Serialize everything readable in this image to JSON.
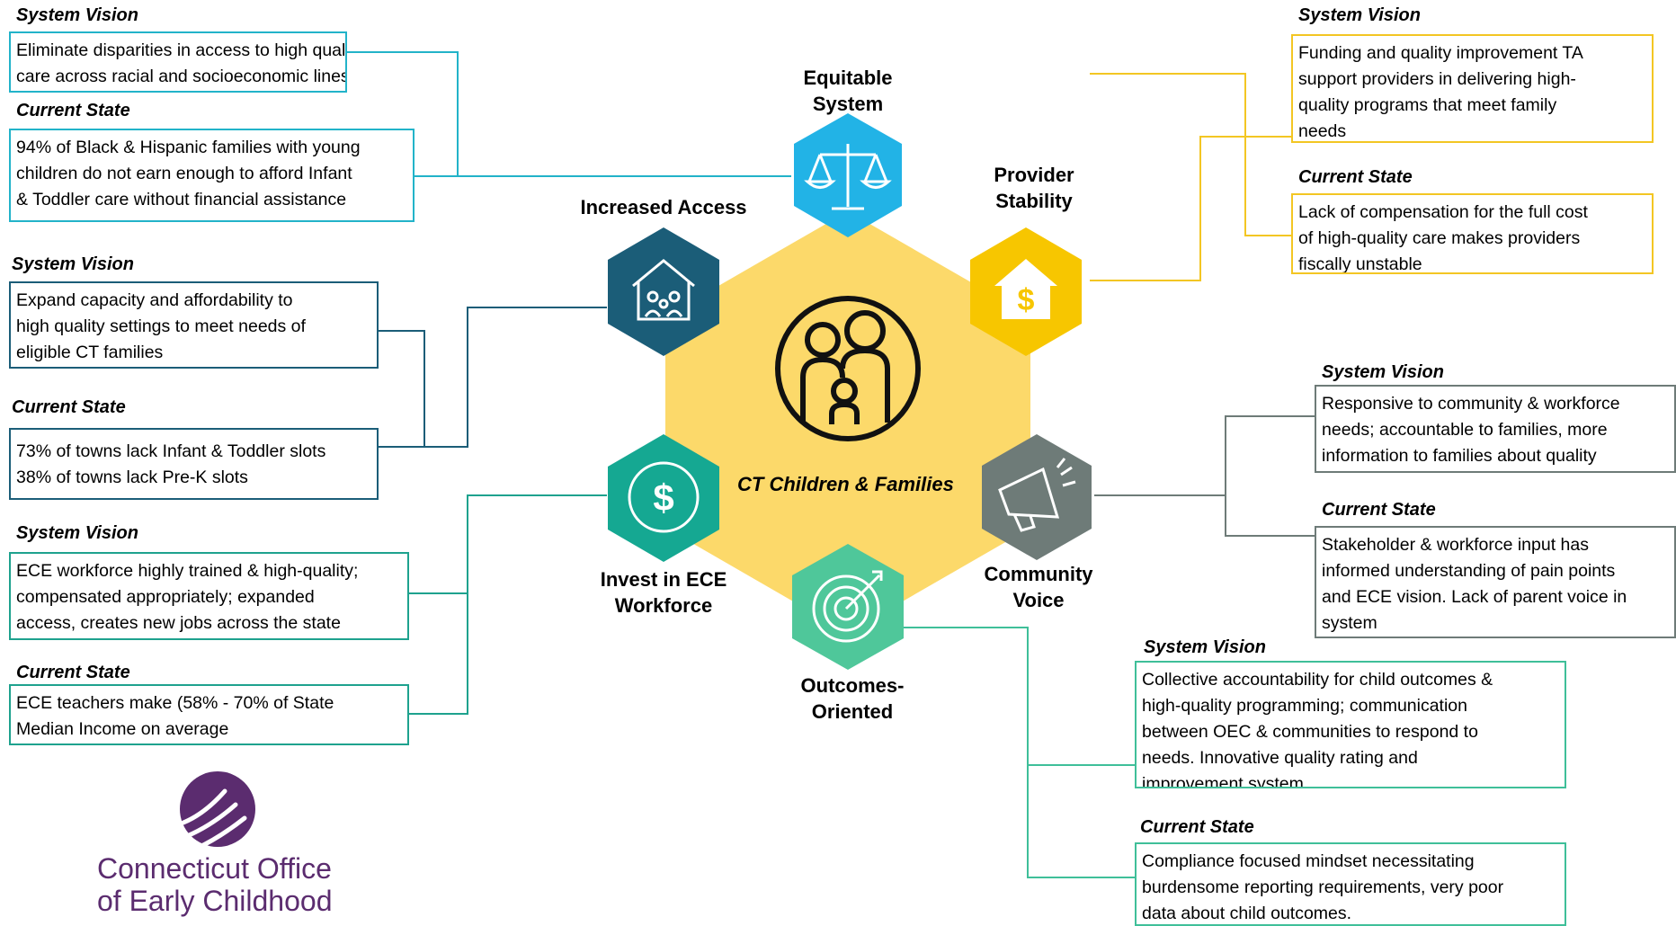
{
  "center": {
    "label": "CT Children & Families"
  },
  "labels": {
    "vision": "System Vision",
    "current": "Current State"
  },
  "pillars": {
    "equitable": {
      "line1": "Equitable",
      "line2": "System"
    },
    "access": {
      "line1": "Increased Access"
    },
    "provider": {
      "line1": "Provider",
      "line2": "Stability"
    },
    "community": {
      "line1": "Community",
      "line2": "Voice"
    },
    "workforce": {
      "line1": "Invest in ECE",
      "line2": "Workforce"
    },
    "outcomes": {
      "line1": "Outcomes-",
      "line2": "Oriented"
    }
  },
  "boxes": {
    "equitable_vision": [
      "Eliminate disparities in access to high quality",
      "care across racial and socioeconomic lines"
    ],
    "equitable_current": [
      "94% of Black & Hispanic families with young",
      "children do not earn enough to afford Infant",
      "& Toddler care without financial assistance"
    ],
    "access_vision": [
      "Expand capacity and affordability to",
      "high quality settings to meet needs of",
      "eligible CT families"
    ],
    "access_current": [
      "73% of towns lack Infant & Toddler slots",
      "38% of towns lack Pre-K slots"
    ],
    "workforce_vision": [
      "ECE workforce highly trained & high-quality;",
      "compensated appropriately; expanded",
      "access, creates new jobs across the state"
    ],
    "workforce_current": [
      "ECE teachers make (58% - 70% of State",
      "Median Income on average"
    ],
    "provider_vision": [
      "Funding and quality improvement TA",
      "support providers in delivering high-",
      "quality programs that meet family",
      "needs"
    ],
    "provider_current": [
      "Lack of compensation for the full cost",
      "of high-quality care makes providers",
      "fiscally unstable"
    ],
    "community_vision": [
      "Responsive to community & workforce",
      "needs; accountable to families, more",
      "information to families about quality"
    ],
    "community_current": [
      "Stakeholder & workforce input has",
      "informed understanding of pain points",
      "and ECE vision. Lack of parent voice in",
      "system"
    ],
    "outcomes_vision": [
      "Collective accountability for child outcomes &",
      "high-quality programming; communication",
      "between OEC & communities to respond to",
      "needs. Innovative quality rating and",
      "improvement system"
    ],
    "outcomes_current": [
      "Compliance focused mindset necessitating",
      "burdensome reporting requirements, very poor",
      "data about child outcomes."
    ]
  },
  "org": {
    "line1": "Connecticut Office",
    "line2": "of Early Childhood"
  },
  "colors": {
    "center_hex": "#fcd96a",
    "equitable": "#22b3e6",
    "access": "#1b5d78",
    "provider": "#f7c600",
    "community": "#6e7b78",
    "workforce": "#15a892",
    "outcomes": "#4fc79a",
    "org": "#5b2c6f"
  },
  "icons": {
    "equitable": "scale-icon",
    "access": "house-family-icon",
    "provider": "house-dollar-icon",
    "community": "megaphone-icon",
    "workforce": "dollar-coin-icon",
    "outcomes": "target-icon",
    "center": "family-icon",
    "org": "hands-logo"
  }
}
